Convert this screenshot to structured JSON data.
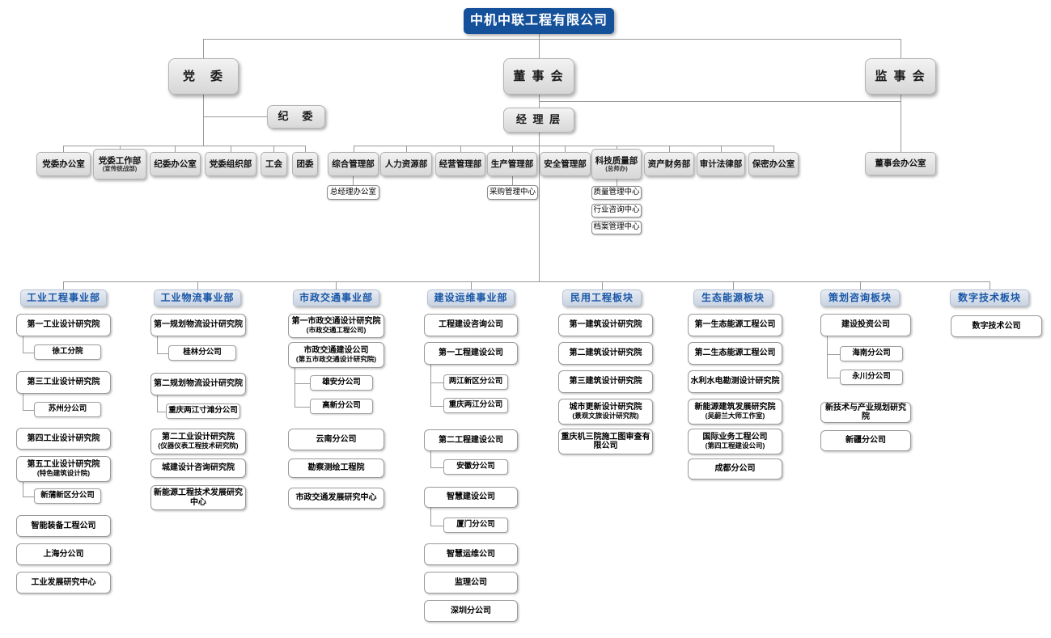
{
  "title": "中机中联工程有限公司",
  "colors": {
    "root_background": "#15519a",
    "division_header_text": "#1857a8",
    "gray_box": "#d8d8d8",
    "connector_line": "#9a9a9a"
  },
  "governance": {
    "party": "党　委",
    "board": "董 事 会",
    "supervisory": "监 事 会",
    "discipline": "纪　委",
    "management": "经 理 层",
    "board_office": "董事会办公室"
  },
  "party_departments": [
    {
      "label": "党委办公室"
    },
    {
      "label": "党委工作部",
      "sub": "(宣传统战部)"
    },
    {
      "label": "纪委办公室"
    },
    {
      "label": "党委组织部"
    },
    {
      "label": "工会"
    },
    {
      "label": "团委"
    }
  ],
  "management_departments": [
    {
      "label": "综合管理部"
    },
    {
      "label": "人力资源部"
    },
    {
      "label": "经营管理部"
    },
    {
      "label": "生产管理部"
    },
    {
      "label": "安全管理部"
    },
    {
      "label": "科技质量部",
      "sub": "(总师办)"
    },
    {
      "label": "资产财务部"
    },
    {
      "label": "审计法律部"
    },
    {
      "label": "保密办公室"
    }
  ],
  "centers": [
    {
      "label": "总经理办公室"
    },
    {
      "label": "采购管理中心"
    },
    {
      "label": "质量管理中心"
    },
    {
      "label": "行业咨询中心"
    },
    {
      "label": "档案管理中心"
    }
  ],
  "divisions": [
    {
      "label": "工业工程事业部",
      "units": [
        {
          "label": "第一工业设计研究院",
          "children": [
            {
              "label": "徐工分院"
            }
          ]
        },
        {
          "label": "第三工业设计研究院",
          "children": [
            {
              "label": "苏州分公司"
            }
          ]
        },
        {
          "label": "第四工业设计研究院"
        },
        {
          "label": "第五工业设计研究院",
          "sub": "(特色建筑设计院)",
          "children": [
            {
              "label": "新蒲新区分公司"
            }
          ]
        },
        {
          "label": "智能装备工程公司"
        },
        {
          "label": "上海分公司"
        },
        {
          "label": "工业发展研究中心"
        }
      ]
    },
    {
      "label": "工业物流事业部",
      "units": [
        {
          "label": "第一规划物流设计研究院",
          "children": [
            {
              "label": "桂林分公司"
            }
          ]
        },
        {
          "label": "第二规划物流设计研究院",
          "children": [
            {
              "label": "重庆两江寸滩分公司"
            }
          ]
        },
        {
          "label": "第二工业设计研究院",
          "sub": "(仪器仪表工程技术研究院)"
        },
        {
          "label": "城建设计咨询研究院"
        },
        {
          "label": "新能源工程技术发展研究中心"
        }
      ]
    },
    {
      "label": "市政交通事业部",
      "units": [
        {
          "label": "第一市政交通设计研究院",
          "sub": "(市政交通工程公司)"
        },
        {
          "label": "市政交通建设公司",
          "sub": "(第五市政交通设计研究院)",
          "children": [
            {
              "label": "雄安分公司"
            },
            {
              "label": "高新分公司"
            }
          ]
        },
        {
          "label": "云南分公司"
        },
        {
          "label": "勘察测绘工程院"
        },
        {
          "label": "市政交通发展研究中心"
        }
      ]
    },
    {
      "label": "建设运维事业部",
      "units": [
        {
          "label": "工程建设咨询公司"
        },
        {
          "label": "第一工程建设公司",
          "children": [
            {
              "label": "两江新区分公司"
            },
            {
              "label": "重庆两江分公司"
            }
          ]
        },
        {
          "label": "第二工程建设公司",
          "children": [
            {
              "label": "安徽分公司"
            }
          ]
        },
        {
          "label": "智慧建设公司",
          "children": [
            {
              "label": "厦门分公司"
            }
          ]
        },
        {
          "label": "智慧运维公司"
        },
        {
          "label": "监理公司"
        },
        {
          "label": "深圳分公司"
        }
      ]
    },
    {
      "label": "民用工程板块",
      "units": [
        {
          "label": "第一建筑设计研究院"
        },
        {
          "label": "第二建筑设计研究院"
        },
        {
          "label": "第三建筑设计研究院"
        },
        {
          "label": "城市更新设计研究院",
          "sub": "(景观文旅设计研究院)"
        },
        {
          "label": "重庆机三院施工图审查有限公司"
        }
      ]
    },
    {
      "label": "生态能源板块",
      "units": [
        {
          "label": "第一生态能源工程公司"
        },
        {
          "label": "第二生态能源工程公司"
        },
        {
          "label": "水利水电勘测设计研究院"
        },
        {
          "label": "新能源建筑发展研究院",
          "sub": "(吴蔚兰大师工作室)"
        },
        {
          "label": "国际业务工程公司",
          "sub": "(第四工程建设公司)"
        },
        {
          "label": "成都分公司"
        }
      ]
    },
    {
      "label": "策划咨询板块",
      "units": [
        {
          "label": "建设投资公司",
          "children": [
            {
              "label": "海南分公司"
            },
            {
              "label": "永川分公司"
            }
          ]
        },
        {
          "label": "新技术与产业规划研究院"
        },
        {
          "label": "新疆分公司"
        }
      ]
    },
    {
      "label": "数字技术板块",
      "units": [
        {
          "label": "数字技术公司"
        }
      ]
    }
  ]
}
